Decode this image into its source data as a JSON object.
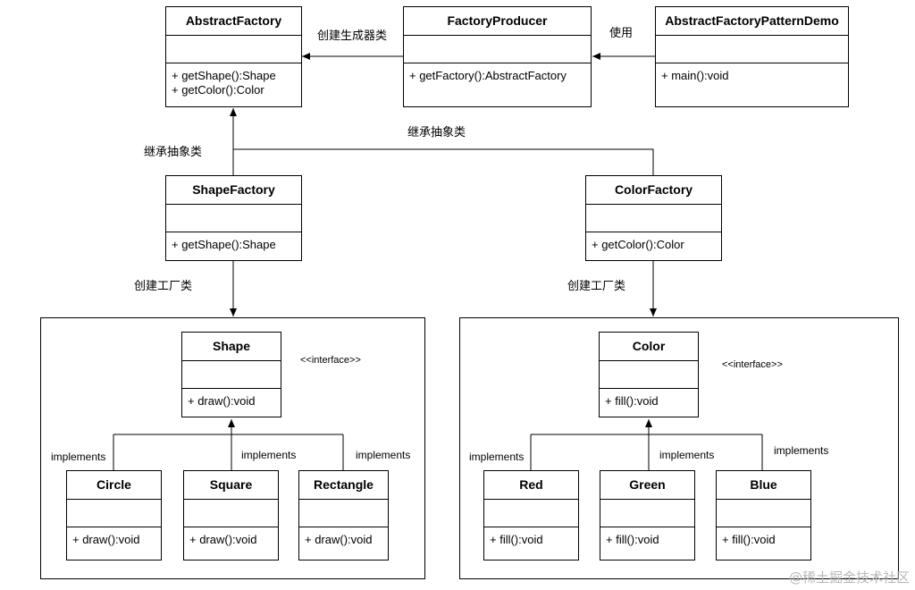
{
  "classes": {
    "abstract_factory": {
      "name": "AbstractFactory",
      "ops": [
        "+ getShape():Shape",
        "+ getColor():Color"
      ]
    },
    "factory_producer": {
      "name": "FactoryProducer",
      "ops": [
        "+ getFactory():AbstractFactory"
      ]
    },
    "demo": {
      "name": "AbstractFactoryPatternDemo",
      "ops": [
        "+ main():void"
      ]
    },
    "shape_factory": {
      "name": "ShapeFactory",
      "ops": [
        "+ getShape():Shape"
      ]
    },
    "color_factory": {
      "name": "ColorFactory",
      "ops": [
        "+ getColor():Color"
      ]
    },
    "shape": {
      "name": "Shape",
      "ops": [
        "+ draw():void"
      ]
    },
    "circle": {
      "name": "Circle",
      "ops": [
        "+ draw():void"
      ]
    },
    "square": {
      "name": "Square",
      "ops": [
        "+ draw():void"
      ]
    },
    "rectangle": {
      "name": "Rectangle",
      "ops": [
        "+ draw():void"
      ]
    },
    "color": {
      "name": "Color",
      "ops": [
        "+ fill():void"
      ]
    },
    "red": {
      "name": "Red",
      "ops": [
        "+ fill():void"
      ]
    },
    "green": {
      "name": "Green",
      "ops": [
        "+ fill():void"
      ]
    },
    "blue": {
      "name": "Blue",
      "ops": [
        "+ fill():void"
      ]
    }
  },
  "labels": {
    "create_generator": "创建生成器类",
    "use": "使用",
    "inherit_left": "继承抽象类",
    "inherit_right": "继承抽象类",
    "create_factory_left": "创建工厂类",
    "create_factory_right": "创建工厂类",
    "interface_shape": "<<interface>>",
    "interface_color": "<<interface>>",
    "impl_circle": "implements",
    "impl_square": "implements",
    "impl_rectangle": "implements",
    "impl_red": "implements",
    "impl_green": "implements",
    "impl_blue": "implements"
  },
  "watermark": "@稀土掘金技术社区"
}
